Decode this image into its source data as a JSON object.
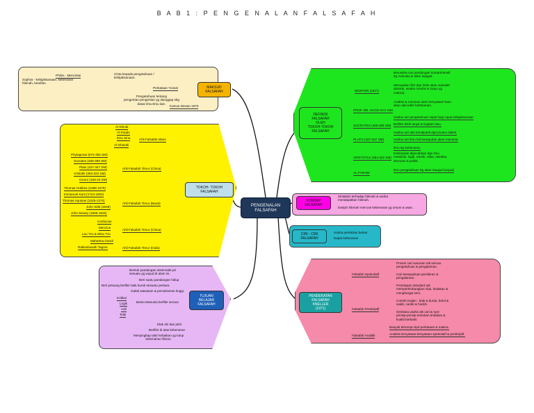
{
  "title": "B A B  1 :  P E N G E N A L A N  F A L S A F A H",
  "central": "PENGENALAN\nFALSAFAH",
  "maksud": {
    "node": "MAKSUD\nFALSAFAH",
    "yunani_label": "Perkataan Yunani",
    "philos": "Philos - Mencintai",
    "sophos": "Sophos - kebijaksanaan, kebenaran\nhikmah, kearifan.",
    "cinta": "Cinta kepada pengetahuan /\nkebijaksanaan.",
    "pengetahuan": "Pengetahuan tentang\npengertian-pengertian yg dianggap sbg\ndasar ilmu-ilmu lain.",
    "kamus": "Kamus Dewan 1970"
  },
  "tokoh": {
    "node": "TOKOH- TOKOH\nFALSAFAH",
    "islam_label": "Ahli Falsafah Islam",
    "islam": [
      "Al-Khindi",
      "Al-Farabi",
      "Ibnu Sina",
      "Al-Ghazali"
    ],
    "timur1_label": "Ahli Falsafah Timur (China)",
    "timur1": [
      "Phytagoras (572-492 SM)",
      "Socrates (469-399 SM)",
      "Plato (427-347 SM)",
      "Aristotle (384-322 SM)",
      "Cicero (106-43 SM)"
    ],
    "barat_label": "Ahli Falsafah Timur (Barat)",
    "barat": [
      "Thomas Hobbes (1588-1679)",
      "Immanuel Kant (1724-1804)",
      "Thomas Aquinas (1225-1274)",
      "John Wild (1948)",
      "John Dewey (1859-1925)"
    ],
    "china_label": "Ahli Falsafah Timur (China)",
    "china": [
      "Confucius",
      "Mencius",
      "Lau Tzu & Minu Tzu"
    ],
    "india_label": "Ahli Falsafah Timur (India)",
    "india": [
      "Mahatma Gandi",
      "Rabindranath Tagore"
    ]
  },
  "tujuan": {
    "node": "TUJUAN\nBELAJAR\nFALSAFAH",
    "items": [
      "Bentuk pandangan sistematik pd\nsesuatu yg wujud di alam ini.",
      "Beri suatu pandangan hidup",
      "Beri peluang berfikir baik buruk sesuatu perkara",
      "Galak wawasan & pemahaman tinggi.",
      "Berfikir di atas kebenaran",
      "Menyingkap tabir kebaikan yg tutup\nkelemahan fikiran.",
      "Elak diri dari jahil"
    ],
    "berfikir_label": "Bantu Manusia berfikir secara",
    "berfikir": [
      "Kritikal",
      "Logik",
      "Adil",
      "Teliti"
    ]
  },
  "definisi": {
    "node": "DEFINISI\nFALSAFAH\nOLEH\nTOKOH-TOKOH\nFALSAFAH",
    "rows": [
      {
        "label": "NEWTON (1917)",
        "items": [
          "Berusaha cari pandangan komprehensif\nttg manusia & alam sejagat.",
          "Merupakan fikir dgn kritis akan masalah\nabstrak, asalan menilai & (sayu yg\nmakna)."
        ]
      },
      {
        "label": "PROF. DR. KHOO KAY KIM",
        "items": [
          "Analisa & rumusan alam kenyataan baru\nakan ada lebih kefahaman."
        ]
      },
      {
        "label": "SOCRATES (469-399 SM)",
        "items": [
          "Usaha cari pengetahuan sejati bagi capai kebijaksanaan",
          "Berfikir lebih lanjut & tingkah laku."
        ]
      },
      {
        "label": "PLATO (427-347 SM)",
        "items": [
          "Usaha cari dan kenalpasti dpd proses dialek.",
          "Usaha cari ilmu hal kewujudan alam manusia."
        ]
      },
      {
        "label": "ARISTOTLE (384-322 SM)",
        "items": [
          "Ilmu ttg kebenaran.",
          "Kebenaran dipecahkan dgn ilmu\nmetafizik, logik, retorik, etika, estetika,\nekonomi & politik."
        ]
      },
      {
        "label": "AL-FARABI",
        "items": [
          "Ilmu pengetahuan ttg alam maujud (wujud)"
        ]
      }
    ]
  },
  "konsep": {
    "node": "KONSEP\nFALSAFAH",
    "items": [
      "Sintaksis terhadap hikmah & usaha\nmendapatkan hikmah.",
      "Daripin hikmah mencari kebenaran yg umum & asas."
    ]
  },
  "ciri": {
    "node": "CIRI - CIRI\nFALSAFAH",
    "items": [
      "Usaha pemikiran bebas",
      "Dapat kebenaran"
    ]
  },
  "pendekatan": {
    "node": "PENDEKATAN\nFALSAFAH\nKNELLER\n(1971)",
    "groups": [
      {
        "label": "Falsafah Spekulatif",
        "items": [
          "Proses cari susunan utk semua\npengetahuan & pengalaman.",
          "Cari kesepaduan pemikiran &\npengalaman."
        ]
      },
      {
        "label": "Falsafah Preskriptif",
        "items": [
          "Penetapan standard utk\nmempertimbangkan nilai, tindakan &\nmenghargai seni.",
          "Contoh Kajian : baik & buruk, betul &\nsalah, cantik & hodoh.",
          "Sentiasa usaha utk cari & syor\nprinsip-prinsip tentukan tindakan &\nkualiti berbaloi."
        ]
      },
      {
        "label": "Falsafah Analitik",
        "items": [
          "Banyak tertumpu kpd perkataan & makna.",
          "Analisis kenyataan-kenyataan spekulatif & preskriptif."
        ]
      }
    ]
  },
  "colors": {
    "maksud_bg": "#fcefc4",
    "maksud_node": "#f5b400",
    "tokoh_bg": "#fff200",
    "tokoh_node": "#bfe0ea",
    "tujuan_bg": "#e7b7f5",
    "tujuan_node": "#1e5fb8",
    "definisi_bg": "#1ee61e",
    "definisi_node": "#1ee61e",
    "konsep_bg": "#f7a7e2",
    "konsep_node": "#ff00e6",
    "ciri_bg": "#26b8c9",
    "ciri_node": "#26b8c9",
    "pendekatan_bg": "#f58aaa",
    "pendekatan_node": "#1aa0a0",
    "central": "#1f3759"
  }
}
